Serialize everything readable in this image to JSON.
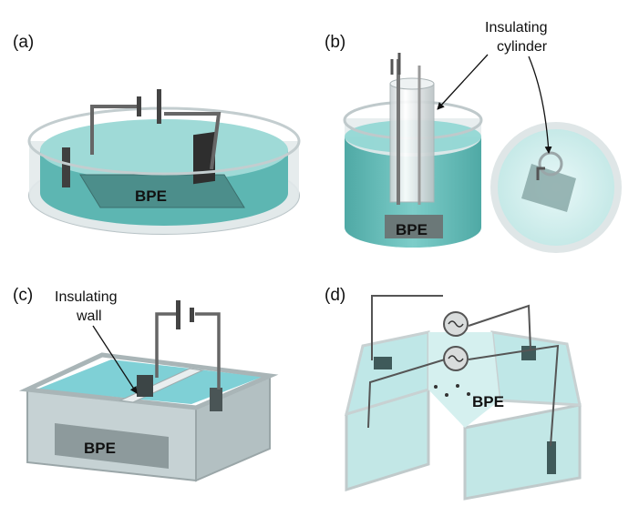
{
  "colors": {
    "water": "#8fd6d3",
    "water_dark": "#5db6b2",
    "water_light": "#c9ecea",
    "glass": "#e4ecee",
    "glass_edge": "#b9c4c7",
    "wire": "#555555",
    "electrode": "#4a4a4a",
    "bpe_plate": "#7f8c8c"
  },
  "panels": {
    "a": {
      "label": "(a)",
      "bpe_label": "BPE"
    },
    "b": {
      "label": "(b)",
      "bpe_label": "BPE",
      "annotation_line1": "Insulating",
      "annotation_line2": "cylinder"
    },
    "c": {
      "label": "(c)",
      "bpe_label": "BPE",
      "annotation_line1": "Insulating",
      "annotation_line2": "wall"
    },
    "d": {
      "label": "(d)",
      "bpe_label": "BPE"
    }
  },
  "icons": [
    "battery-icon",
    "ac-source-icon"
  ]
}
